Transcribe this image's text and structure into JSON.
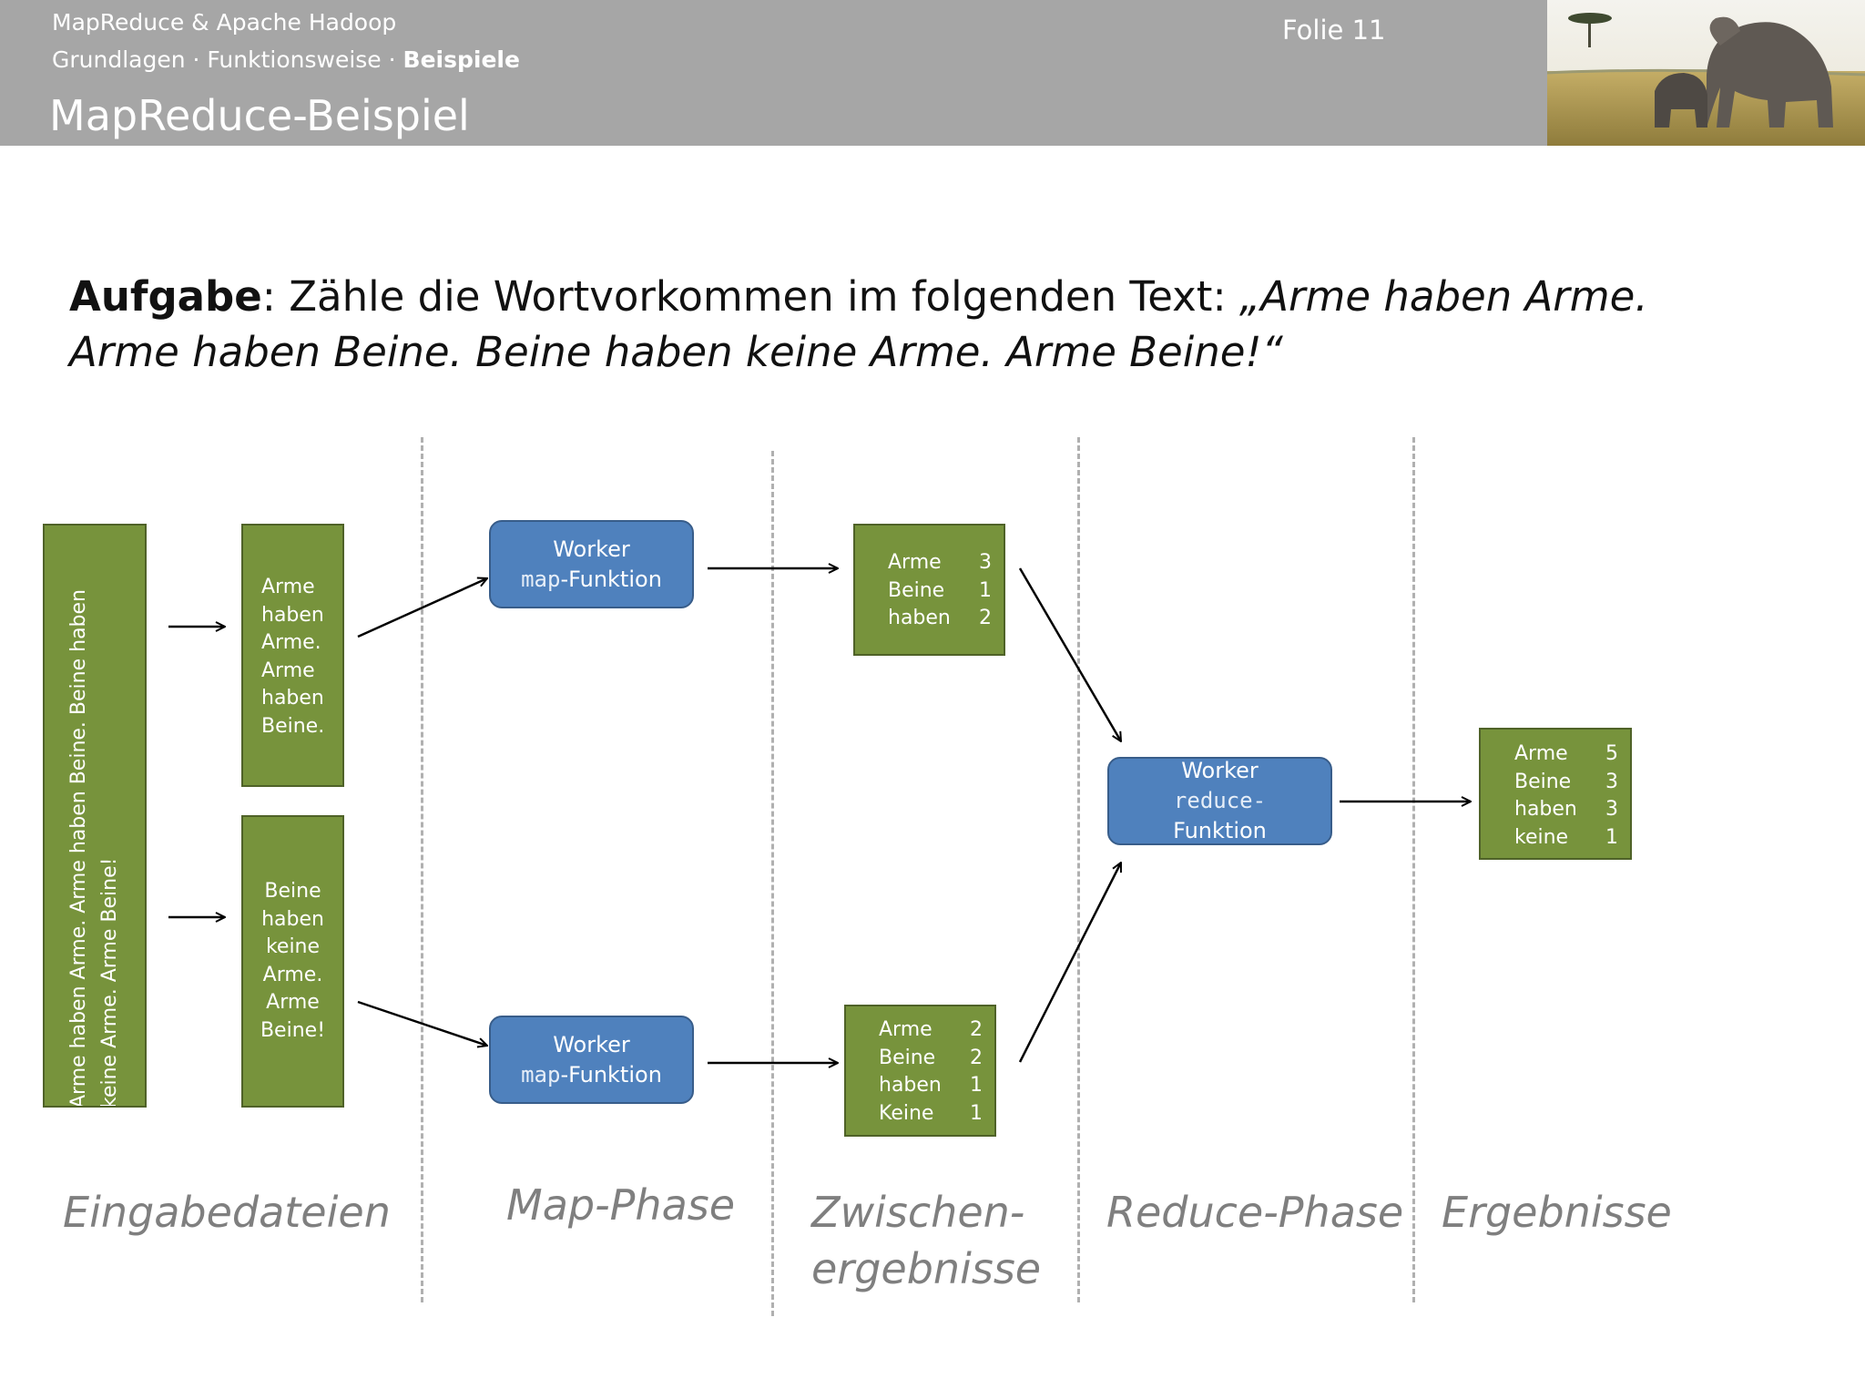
{
  "header": {
    "course": "MapReduce & Apache Hadoop",
    "breadcrumb_plain": "Grundlagen · Funktionsweise · ",
    "breadcrumb_bold": "Beispiele",
    "title": "MapReduce-Beispiel",
    "slide": "Folie 11"
  },
  "task": {
    "label": "Aufgabe",
    "text": ": Zähle die Wortvorkommen im folgenden Text: ",
    "quote": "„Arme haben Arme. Arme haben Beine. Beine haben keine Arme. Arme Beine!“"
  },
  "input_file": {
    "line1": "Arme haben Arme.  Arme haben Beine. Beine haben",
    "line2": "keine Arme. Arme Beine!"
  },
  "splits": [
    [
      "Arme",
      "haben",
      "Arme.",
      "Arme",
      "haben",
      "Beine."
    ],
    [
      "Beine",
      "haben",
      "keine",
      "Arme.",
      "Arme",
      "Beine!"
    ]
  ],
  "map_workers": [
    {
      "title": "Worker",
      "func_code": "map",
      "func_suffix": "-Funktion"
    },
    {
      "title": "Worker",
      "func_code": "map",
      "func_suffix": "-Funktion"
    }
  ],
  "intermediate": [
    {
      "rows": [
        [
          "Arme",
          "3"
        ],
        [
          "Beine",
          "1"
        ],
        [
          "haben",
          "2"
        ]
      ]
    },
    {
      "rows": [
        [
          "Arme",
          "2"
        ],
        [
          "Beine",
          "2"
        ],
        [
          "haben",
          "1"
        ],
        [
          "Keine",
          "1"
        ]
      ]
    }
  ],
  "reduce_worker": {
    "title": "Worker",
    "func_code": "reduce-",
    "func_suffix": "Funktion"
  },
  "results": {
    "rows": [
      [
        "Arme",
        "5"
      ],
      [
        "Beine",
        "3"
      ],
      [
        "haben",
        "3"
      ],
      [
        "keine",
        "1"
      ]
    ]
  },
  "phases": {
    "input": "Eingabedateien",
    "map": "Map-Phase",
    "intermediate_1": "Zwischen-",
    "intermediate_2": "ergebnisse",
    "reduce": "Reduce-Phase",
    "results": "Ergebnisse"
  },
  "colors": {
    "header_bg": "#a6a6a6",
    "green_box": "#77933c",
    "blue_box": "#4f81bd",
    "phase_text": "#7f7f7f"
  }
}
